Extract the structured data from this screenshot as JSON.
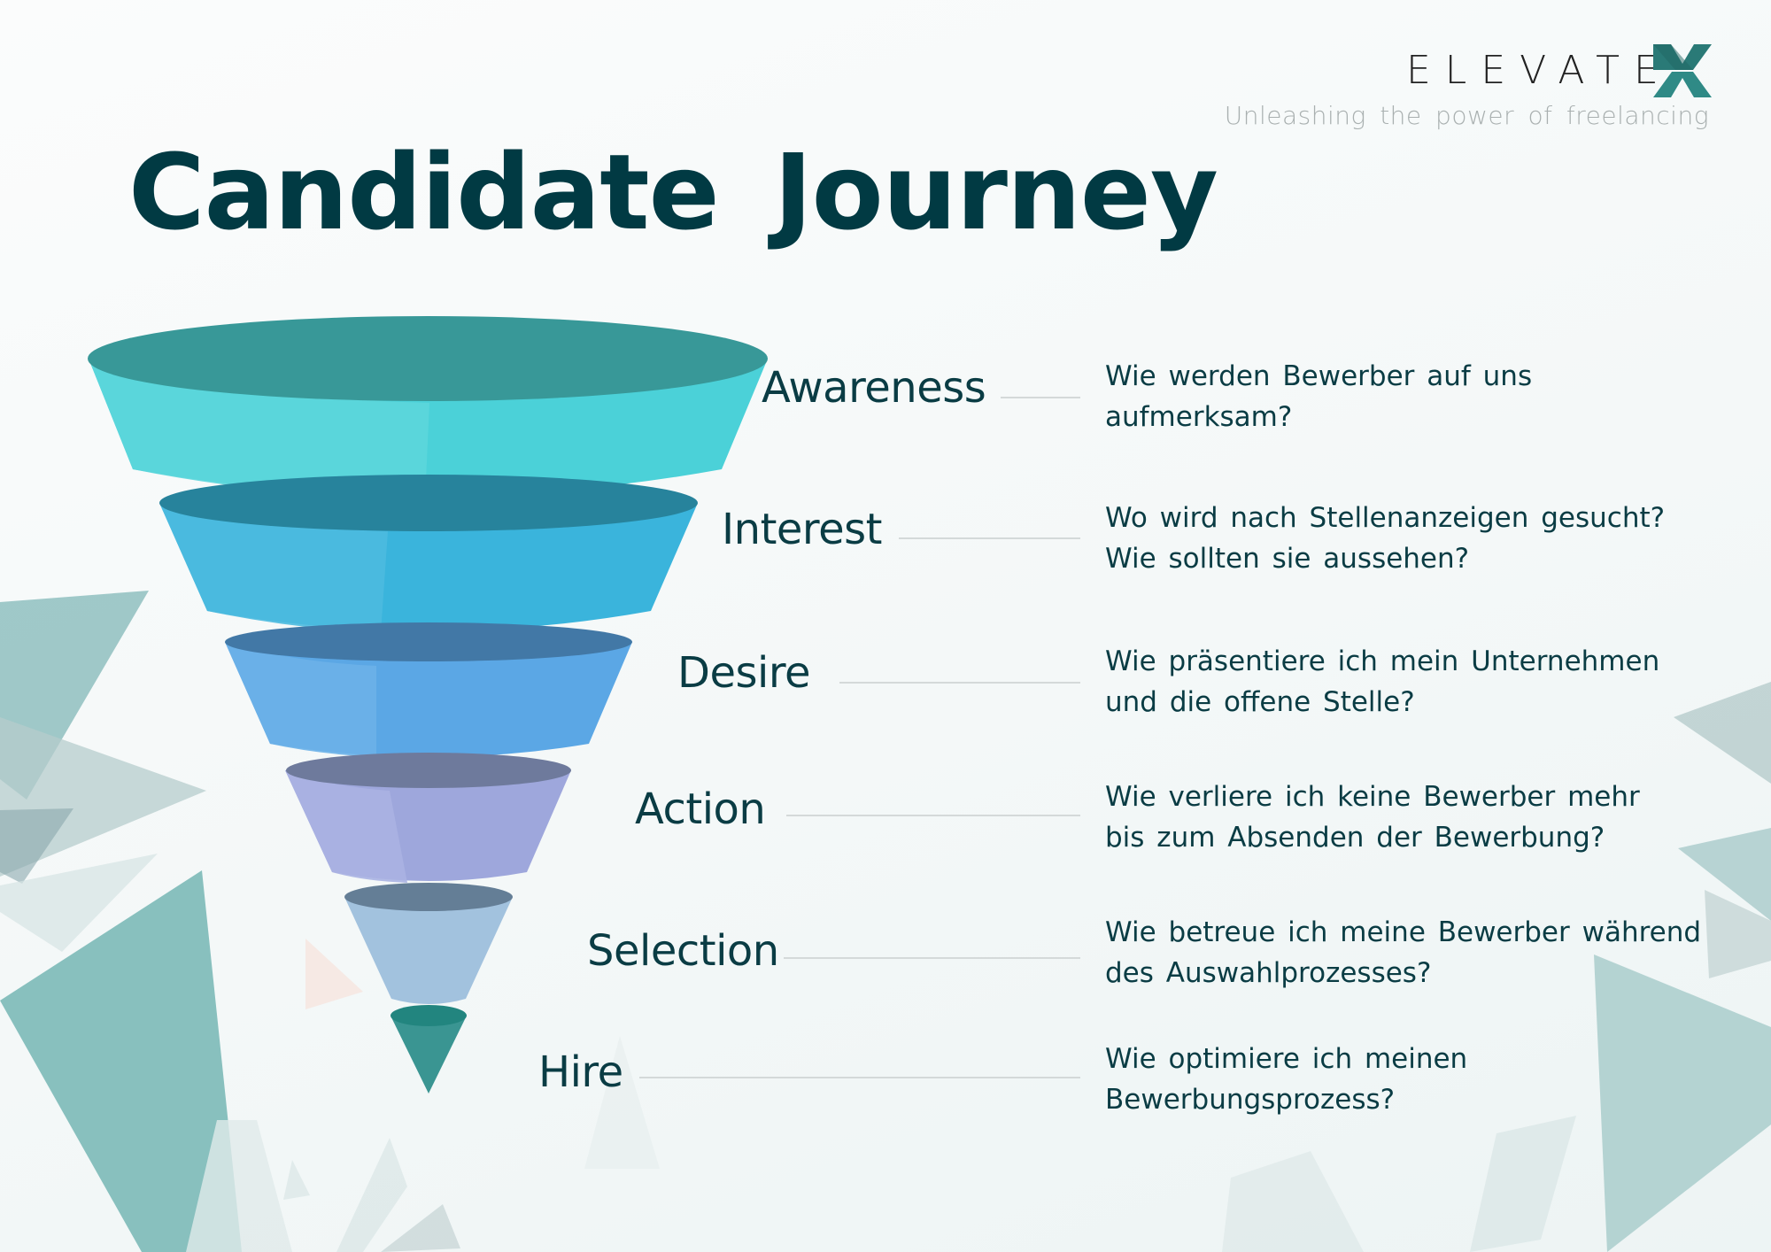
{
  "header": {
    "title": "Candidate Journey",
    "logo": {
      "wordmark": "ELEVATE",
      "mark": "X",
      "mark_color": "#2a7a77"
    },
    "tagline": "Unleashing the power of freelancing"
  },
  "colors": {
    "title": "#013a43",
    "text": "#0a3c44",
    "connector": "#d4d9d9"
  },
  "stages": [
    {
      "label": "Awareness",
      "question_line1": "Wie werden Bewerber auf uns",
      "question_line2": "aufmerksam?",
      "top_color": "#389898",
      "body_color": "#4bd1d8"
    },
    {
      "label": "Interest",
      "question_line1": "Wo wird nach Stellenanzeigen gesucht?",
      "question_line2": "Wie sollten sie aussehen?",
      "top_color": "#27839c",
      "body_color": "#3ab4dc"
    },
    {
      "label": "Desire",
      "question_line1": "Wie präsentiere ich mein Unternehmen",
      "question_line2": "und die offene Stelle?",
      "top_color": "#4278a6",
      "body_color": "#5ba7e5"
    },
    {
      "label": "Action",
      "question_line1": "Wie verliere ich keine Bewerber mehr",
      "question_line2": "bis zum Absenden der Bewerbung?",
      "top_color": "#6e7a9c",
      "body_color": "#9ea7dc"
    },
    {
      "label": "Selection",
      "question_line1": "Wie betreue ich meine Bewerber während",
      "question_line2": "des Auswahlprozesses?",
      "top_color": "#647e96",
      "body_color": "#a2c2de"
    },
    {
      "label": "Hire",
      "question_line1": "Wie optimiere ich meinen",
      "question_line2": "Bewerbungsprozess?",
      "top_color": "#22857f",
      "body_color": "#3a9592"
    }
  ]
}
